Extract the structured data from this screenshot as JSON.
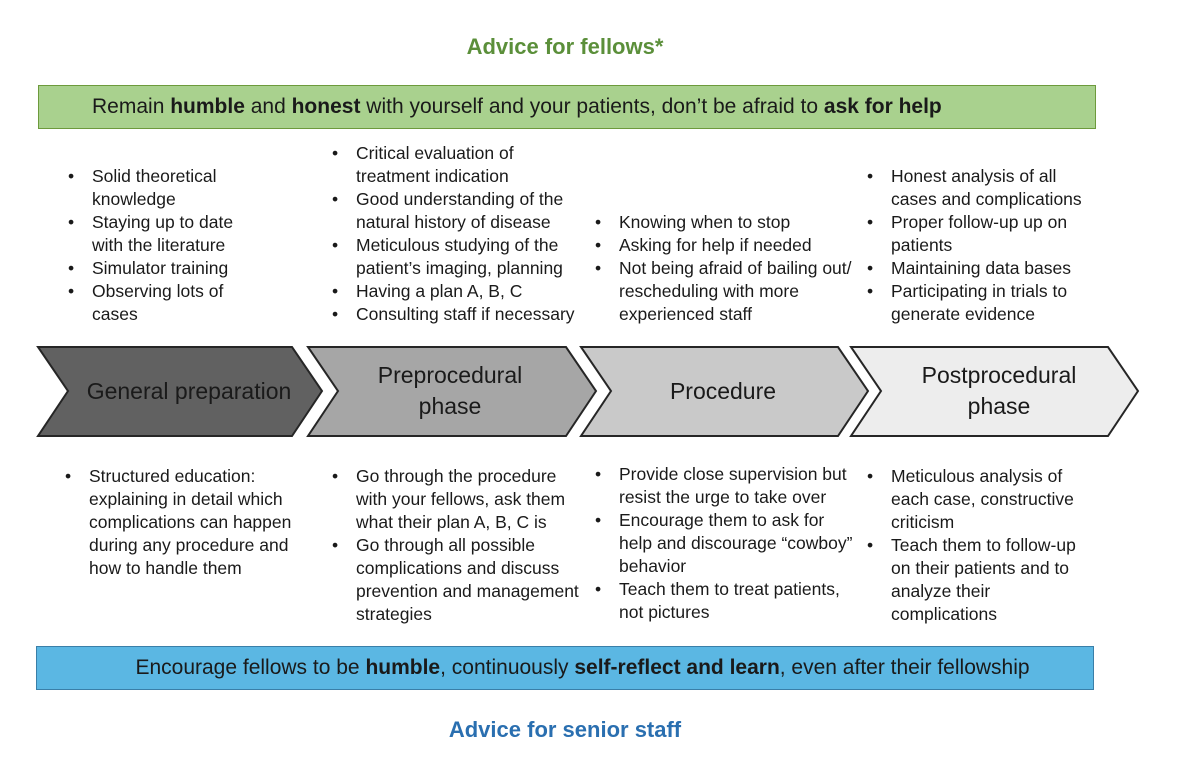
{
  "header": {
    "title": "Advice for fellows*",
    "title_color": "#5b8f3a"
  },
  "top_banner": {
    "text_1": "Remain ",
    "bold_1": "humble",
    "text_2": " and ",
    "bold_2": "honest",
    "text_3": " with yourself and your patients, don’t be afraid to ",
    "bold_3": "ask for help",
    "fill_color": "#a9d18e"
  },
  "stages": [
    {
      "label": "General preparation",
      "fill_color": "#616161",
      "fellows_advice": [
        "Solid theoretical knowledge",
        "Staying up to date with the literature",
        "Simulator training",
        "Observing lots of cases"
      ],
      "staff_advice": [
        "Structured education: explaining in detail which complications can happen during any procedure and how to handle them"
      ]
    },
    {
      "label": "Preprocedural phase",
      "fill_color": "#a6a6a6",
      "fellows_advice": [
        "Critical evaluation of treatment indication",
        "Good understanding of the natural history of disease",
        "Meticulous studying of the patient’s imaging,  planning",
        "Having a plan A, B, C",
        "Consulting staff if necessary"
      ],
      "staff_advice": [
        "Go through the procedure with your fellows, ask them what their plan A, B, C is",
        "Go through all possible complications and discuss prevention and management strategies"
      ]
    },
    {
      "label": "Procedure",
      "fill_color": "#c9c9c9",
      "fellows_advice": [
        "Knowing when to stop",
        "Asking for help if needed",
        "Not being afraid of bailing out/ rescheduling with more experienced staff"
      ],
      "staff_advice": [
        "Provide close supervision but resist the urge to take over",
        "Encourage them to ask for help and discourage “cowboy” behavior",
        "Teach them to treat patients, not pictures"
      ]
    },
    {
      "label": "Postprocedural phase",
      "fill_color": "#ededed",
      "fellows_advice": [
        "Honest analysis of all cases and complications",
        "Proper follow-up up on patients",
        "Maintaining data bases",
        "Participating in trials to generate evidence"
      ],
      "staff_advice": [
        "Meticulous analysis of each case, constructive criticism",
        "Teach them to follow-up on their patients and to analyze their complications"
      ]
    }
  ],
  "bottom_banner": {
    "text_1": "Encourage fellows to be ",
    "bold_1": "humble",
    "text_2": ", continuously ",
    "bold_2": "self-reflect and learn",
    "text_3": ", even after their fellowship",
    "fill_color": "#5bb7e3"
  },
  "footer": {
    "title": "Advice for senior staff",
    "title_color": "#2a6fb0"
  }
}
